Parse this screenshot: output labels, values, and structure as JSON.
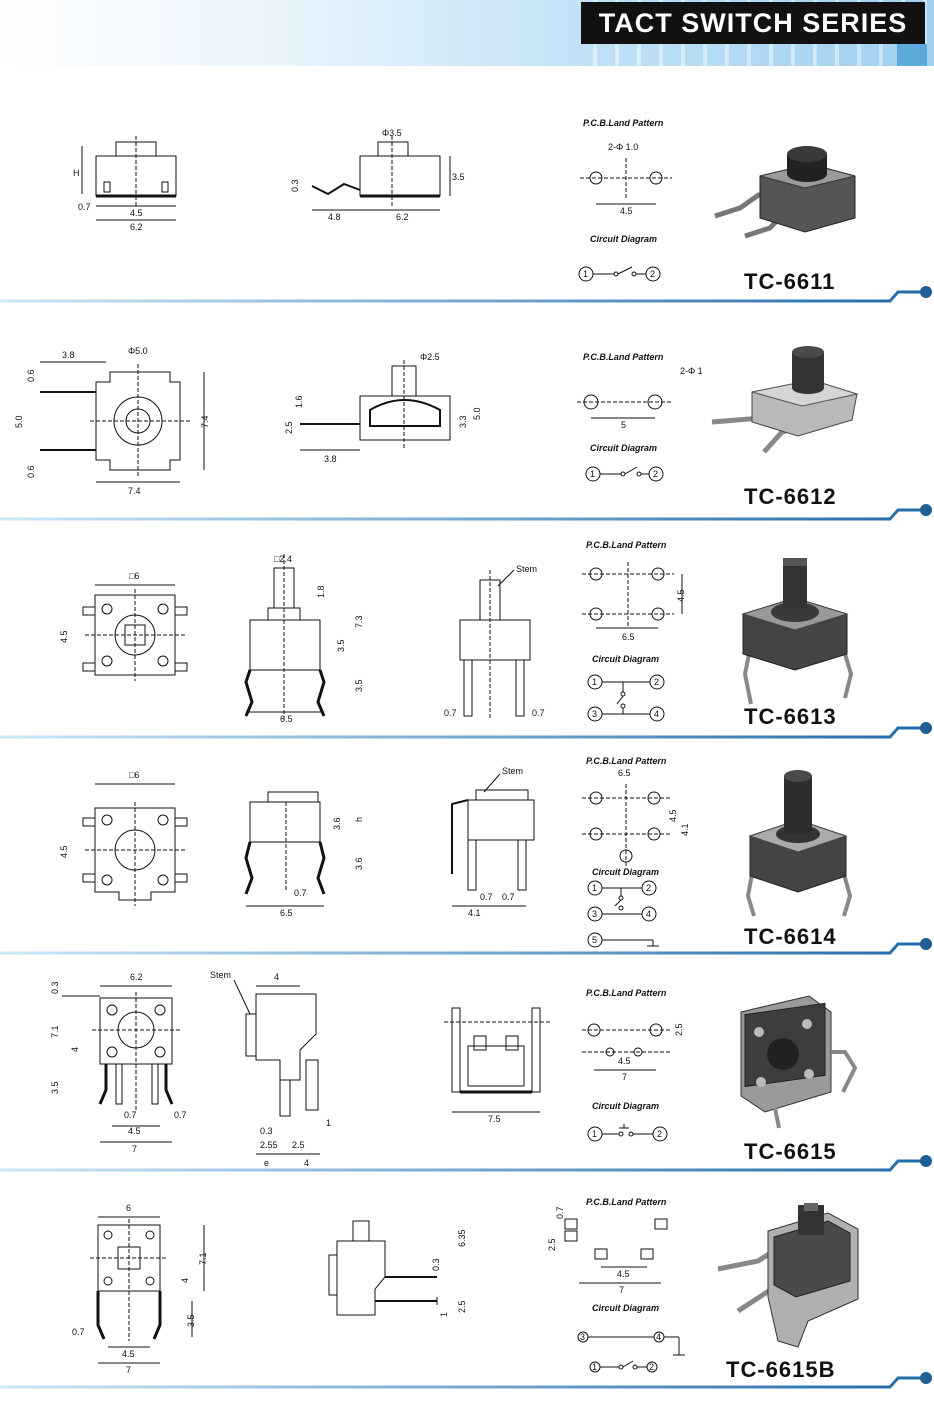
{
  "header": {
    "title": "TACT SWITCH SERIES"
  },
  "labels": {
    "pcb": "P.C.B.Land Pattern",
    "circuit": "Circuit Diagram",
    "stem": "Stem"
  },
  "sections": [
    {
      "model": "TC-6611"
    },
    {
      "model": "TC-6612"
    },
    {
      "model": "TC-6613"
    },
    {
      "model": "TC-6614"
    },
    {
      "model": "TC-6615"
    },
    {
      "model": "TC-6615B"
    }
  ],
  "dims": {
    "s1": [
      "H",
      "0.7",
      "4.5",
      "6.2",
      "Φ3.5",
      "0.3",
      "3.5",
      "4.8",
      "6.2",
      "2-Φ 1.0",
      "4.5",
      "1",
      "2"
    ],
    "s2": [
      "3.8",
      "Φ5.0",
      "0.6",
      "5.0",
      "0.6",
      "7.4",
      "7.4",
      "Φ2.5",
      "1.6",
      "2.5",
      "3.3",
      "5.0",
      "3.8",
      "2-Φ 1",
      "5",
      "1",
      "2"
    ],
    "s3": [
      "□6",
      "4.5",
      "□2.4",
      "1.8",
      "3.5",
      "7.3",
      "3.5",
      "6.5",
      "0.7",
      "0.7",
      "4.5",
      "6.5",
      "1",
      "2",
      "3",
      "4"
    ],
    "s4": [
      "□6",
      "4.5",
      "3.6",
      "h",
      "3.6",
      "0.7",
      "6.5",
      "0.7",
      "0.7",
      "4.1",
      "6.5",
      "4.5",
      "4.1",
      "1",
      "2",
      "3",
      "4",
      "5"
    ],
    "s5": [
      "0.3",
      "6.2",
      "7.1",
      "4",
      "3.5",
      "0.7",
      "0.7",
      "4.5",
      "7",
      "4",
      "0.3",
      "1",
      "2.55",
      "2.5",
      "e",
      "4",
      "7.5",
      "2.5",
      "4.5",
      "7",
      "1",
      "2"
    ],
    "s6": [
      "6",
      "7.1",
      "4",
      "3.5",
      "0.7",
      "4.5",
      "7",
      "6.35",
      "0.3",
      "1",
      "2.5",
      "0.7",
      "2.5",
      "4.5",
      "7",
      "3",
      "4",
      "1",
      "2"
    ]
  }
}
